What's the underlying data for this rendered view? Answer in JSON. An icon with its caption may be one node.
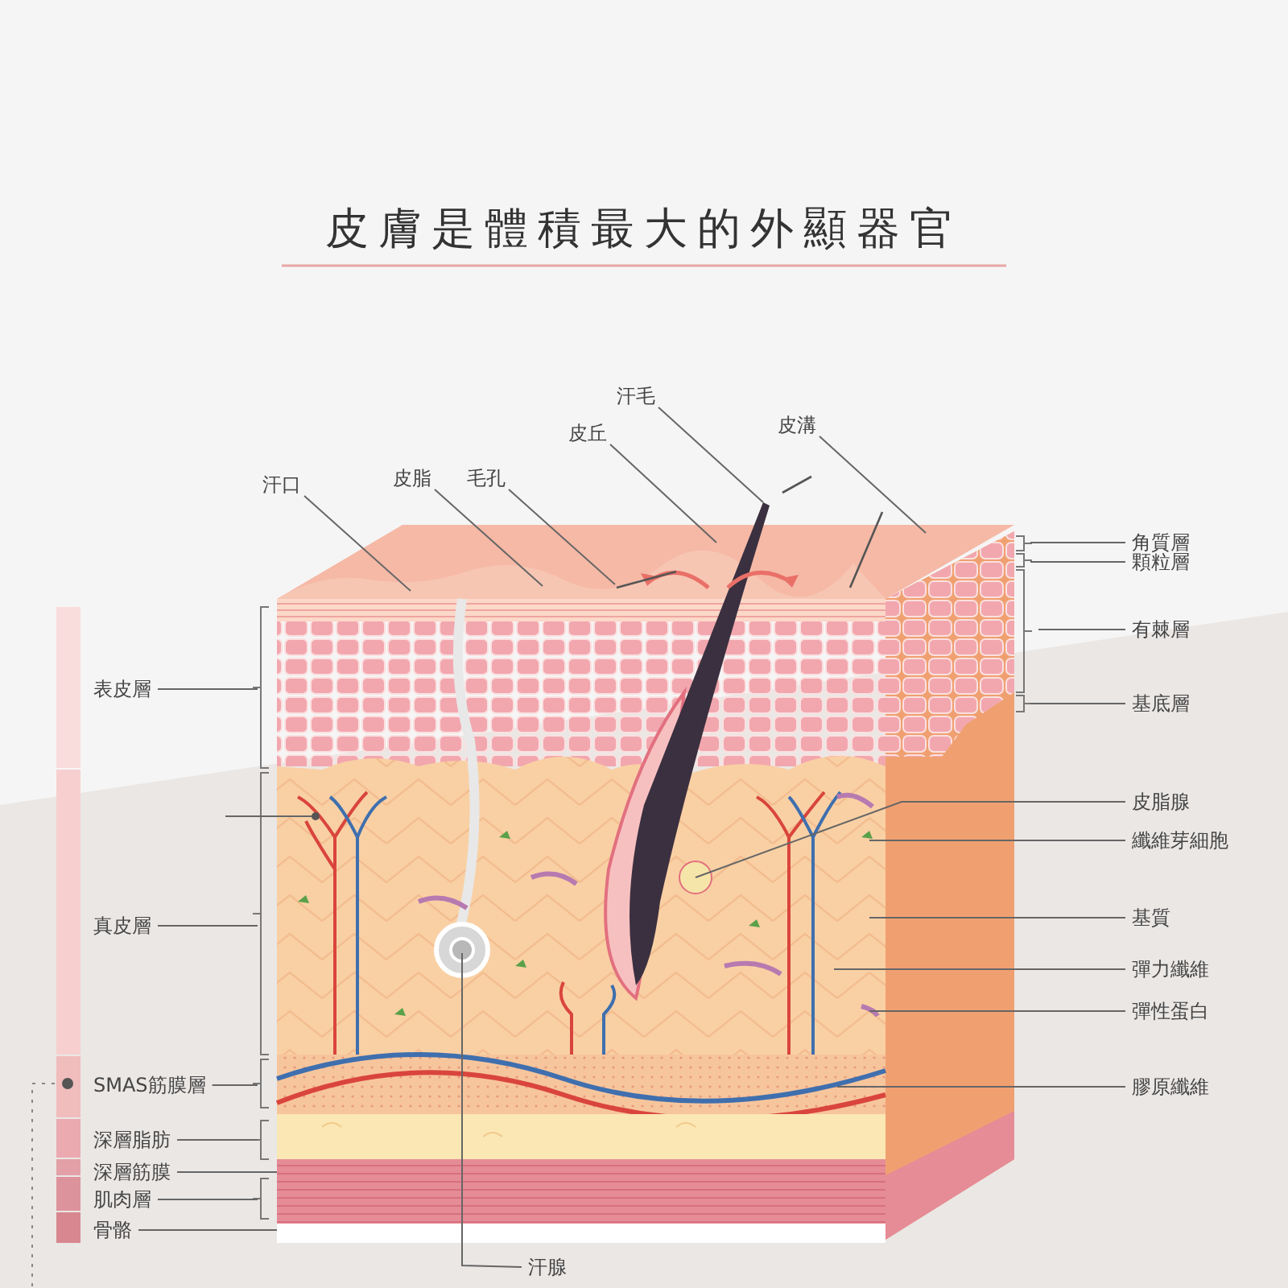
{
  "diagram": {
    "title": "皮膚是體積最大的外顯器官",
    "nodes": [
      {
        "text": [
          "汗口"
        ]
      },
      {
        "text": [
          "皮脂"
        ]
      },
      {
        "text": [
          "毛孔"
        ]
      },
      {
        "text": [
          "皮丘"
        ]
      },
      {
        "text": [
          "汗毛"
        ]
      },
      {
        "text": [
          "皮溝"
        ]
      },
      {
        "text": [
          "角質層"
        ]
      },
      {
        "text": [
          "顆粒層"
        ]
      },
      {
        "text": [
          "有棘層"
        ]
      },
      {
        "text": [
          "基底層"
        ]
      },
      {
        "text": [
          "皮脂腺"
        ]
      },
      {
        "text": [
          "纖維芽細胞"
        ]
      },
      {
        "text": [
          "基質"
        ]
      },
      {
        "text": [
          "彈力纖維"
        ]
      },
      {
        "text": [
          "彈性蛋白"
        ]
      },
      {
        "text": [
          "膠原纖維"
        ]
      },
      {
        "text": [
          "表皮層"
        ]
      },
      {
        "text": [
          "真皮層"
        ]
      },
      {
        "text": [
          "SMAS筋膜層"
        ]
      },
      {
        "text": [
          "深層脂肪"
        ]
      },
      {
        "text": [
          "深層筋膜"
        ]
      },
      {
        "text": [
          "肌肉層"
        ]
      },
      {
        "text": [
          "骨骼"
        ]
      },
      {
        "text": [
          "汗腺"
        ]
      }
    ],
    "edges": [
      {
        "from": 0,
        "to": null,
        "arrow": "none"
      },
      {
        "from": 1,
        "to": null,
        "arrow": "none"
      },
      {
        "from": 2,
        "to": null,
        "arrow": "none"
      },
      {
        "from": 3,
        "to": null,
        "arrow": "none"
      },
      {
        "from": 4,
        "to": null,
        "arrow": "none"
      },
      {
        "from": 5,
        "to": null,
        "arrow": "none"
      },
      {
        "from": 6,
        "to": null,
        "arrow": "none"
      },
      {
        "from": 7,
        "to": null,
        "arrow": "none"
      },
      {
        "from": 8,
        "to": null,
        "arrow": "none"
      },
      {
        "from": 9,
        "to": null,
        "arrow": "none"
      },
      {
        "from": 10,
        "to": null,
        "arrow": "none"
      },
      {
        "from": 11,
        "to": null,
        "arrow": "none"
      },
      {
        "from": 12,
        "to": null,
        "arrow": "none"
      },
      {
        "from": 13,
        "to": null,
        "arrow": "none"
      },
      {
        "from": 14,
        "to": null,
        "arrow": "none"
      },
      {
        "from": 15,
        "to": null,
        "arrow": "none"
      },
      {
        "from": 16,
        "to": null,
        "arrow": "none"
      },
      {
        "from": 17,
        "to": null,
        "arrow": "none"
      },
      {
        "from": 18,
        "to": null,
        "arrow": "none"
      },
      {
        "from": 19,
        "to": null,
        "arrow": "none"
      },
      {
        "from": 20,
        "to": null,
        "arrow": "none"
      },
      {
        "from": 21,
        "to": null,
        "arrow": "none"
      },
      {
        "from": 22,
        "to": null,
        "arrow": "none"
      },
      {
        "from": 23,
        "to": null,
        "arrow": "none"
      }
    ]
  }
}
